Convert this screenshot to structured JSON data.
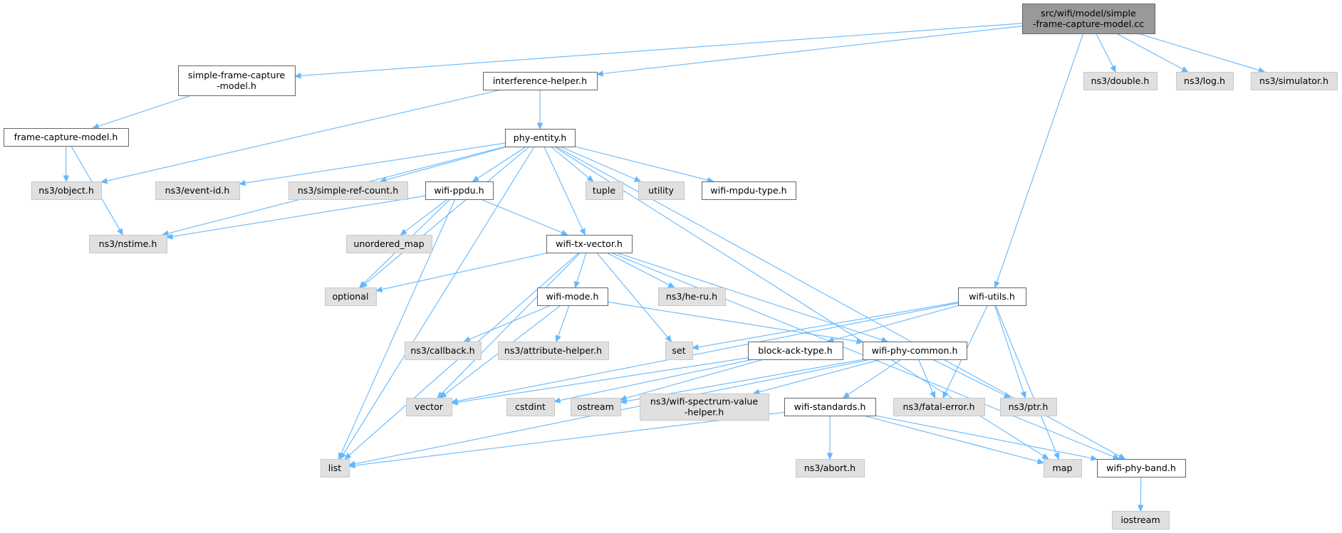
{
  "colors": {
    "root_fill": "#999999",
    "root_stroke": "#666666",
    "project_fill": "#ffffff",
    "project_stroke": "#666666",
    "external_fill": "#e0e0e0",
    "external_stroke": "#c8c8c8",
    "edge": "#63b8ff"
  },
  "nodes": [
    {
      "id": "root",
      "kind": "root",
      "label": [
        "src/wifi/model/simple",
        "-frame-capture-model.cc"
      ]
    },
    {
      "id": "sfcm",
      "kind": "project",
      "label": [
        "simple-frame-capture",
        "-model.h"
      ]
    },
    {
      "id": "interf",
      "kind": "project",
      "label": [
        "interference-helper.h"
      ]
    },
    {
      "id": "double",
      "kind": "external",
      "label": [
        "ns3/double.h"
      ]
    },
    {
      "id": "log",
      "kind": "external",
      "label": [
        "ns3/log.h"
      ]
    },
    {
      "id": "sim",
      "kind": "external",
      "label": [
        "ns3/simulator.h"
      ]
    },
    {
      "id": "fcm",
      "kind": "project",
      "label": [
        "frame-capture-model.h"
      ]
    },
    {
      "id": "phy",
      "kind": "project",
      "label": [
        "phy-entity.h"
      ]
    },
    {
      "id": "object",
      "kind": "external",
      "label": [
        "ns3/object.h"
      ]
    },
    {
      "id": "eventid",
      "kind": "external",
      "label": [
        "ns3/event-id.h"
      ]
    },
    {
      "id": "srefc",
      "kind": "external",
      "label": [
        "ns3/simple-ref-count.h"
      ]
    },
    {
      "id": "ppdu",
      "kind": "project",
      "label": [
        "wifi-ppdu.h"
      ]
    },
    {
      "id": "tuple",
      "kind": "external",
      "label": [
        "tuple"
      ]
    },
    {
      "id": "utility",
      "kind": "external",
      "label": [
        "utility"
      ]
    },
    {
      "id": "mpdut",
      "kind": "project",
      "label": [
        "wifi-mpdu-type.h"
      ]
    },
    {
      "id": "nstime",
      "kind": "external",
      "label": [
        "ns3/nstime.h"
      ]
    },
    {
      "id": "umap",
      "kind": "external",
      "label": [
        "unordered_map"
      ]
    },
    {
      "id": "txv",
      "kind": "project",
      "label": [
        "wifi-tx-vector.h"
      ]
    },
    {
      "id": "optional",
      "kind": "external",
      "label": [
        "optional"
      ]
    },
    {
      "id": "mode",
      "kind": "project",
      "label": [
        "wifi-mode.h"
      ]
    },
    {
      "id": "heru",
      "kind": "external",
      "label": [
        "ns3/he-ru.h"
      ]
    },
    {
      "id": "utils",
      "kind": "project",
      "label": [
        "wifi-utils.h"
      ]
    },
    {
      "id": "callback",
      "kind": "external",
      "label": [
        "ns3/callback.h"
      ]
    },
    {
      "id": "attr",
      "kind": "external",
      "label": [
        "ns3/attribute-helper.h"
      ]
    },
    {
      "id": "set",
      "kind": "external",
      "label": [
        "set"
      ]
    },
    {
      "id": "bat",
      "kind": "project",
      "label": [
        "block-ack-type.h"
      ]
    },
    {
      "id": "common",
      "kind": "project",
      "label": [
        "wifi-phy-common.h"
      ]
    },
    {
      "id": "vector",
      "kind": "external",
      "label": [
        "vector"
      ]
    },
    {
      "id": "cstdint",
      "kind": "external",
      "label": [
        "cstdint"
      ]
    },
    {
      "id": "ostream",
      "kind": "external",
      "label": [
        "ostream"
      ]
    },
    {
      "id": "spec",
      "kind": "external",
      "label": [
        "ns3/wifi-spectrum-value",
        "-helper.h"
      ]
    },
    {
      "id": "std",
      "kind": "project",
      "label": [
        "wifi-standards.h"
      ]
    },
    {
      "id": "fatal",
      "kind": "external",
      "label": [
        "ns3/fatal-error.h"
      ]
    },
    {
      "id": "ptr",
      "kind": "external",
      "label": [
        "ns3/ptr.h"
      ]
    },
    {
      "id": "list",
      "kind": "external",
      "label": [
        "list"
      ]
    },
    {
      "id": "abort",
      "kind": "external",
      "label": [
        "ns3/abort.h"
      ]
    },
    {
      "id": "map",
      "kind": "external",
      "label": [
        "map"
      ]
    },
    {
      "id": "band",
      "kind": "project",
      "label": [
        "wifi-phy-band.h"
      ]
    },
    {
      "id": "iostream",
      "kind": "external",
      "label": [
        "iostream"
      ]
    }
  ],
  "edges": [
    [
      "root",
      "sfcm"
    ],
    [
      "root",
      "interf"
    ],
    [
      "root",
      "utils"
    ],
    [
      "root",
      "double"
    ],
    [
      "root",
      "log"
    ],
    [
      "root",
      "sim"
    ],
    [
      "sfcm",
      "fcm"
    ],
    [
      "fcm",
      "object"
    ],
    [
      "fcm",
      "nstime"
    ],
    [
      "interf",
      "object"
    ],
    [
      "interf",
      "phy"
    ],
    [
      "phy",
      "eventid"
    ],
    [
      "phy",
      "srefc"
    ],
    [
      "phy",
      "ppdu"
    ],
    [
      "phy",
      "tuple"
    ],
    [
      "phy",
      "utility"
    ],
    [
      "phy",
      "mpdut"
    ],
    [
      "phy",
      "nstime"
    ],
    [
      "phy",
      "list"
    ],
    [
      "phy",
      "optional"
    ],
    [
      "phy",
      "txv"
    ],
    [
      "phy",
      "map"
    ],
    [
      "phy",
      "band"
    ],
    [
      "ppdu",
      "nstime"
    ],
    [
      "ppdu",
      "umap"
    ],
    [
      "ppdu",
      "optional"
    ],
    [
      "ppdu",
      "list"
    ],
    [
      "ppdu",
      "txv"
    ],
    [
      "txv",
      "optional"
    ],
    [
      "txv",
      "mode"
    ],
    [
      "txv",
      "heru"
    ],
    [
      "txv",
      "set"
    ],
    [
      "txv",
      "vector"
    ],
    [
      "txv",
      "list"
    ],
    [
      "txv",
      "common"
    ],
    [
      "txv",
      "band"
    ],
    [
      "mode",
      "callback"
    ],
    [
      "mode",
      "attr"
    ],
    [
      "mode",
      "vector"
    ],
    [
      "mode",
      "common"
    ],
    [
      "utils",
      "set"
    ],
    [
      "utils",
      "bat"
    ],
    [
      "utils",
      "vector"
    ],
    [
      "utils",
      "fatal"
    ],
    [
      "utils",
      "ptr"
    ],
    [
      "utils",
      "map"
    ],
    [
      "bat",
      "vector"
    ],
    [
      "bat",
      "cstdint"
    ],
    [
      "bat",
      "ostream"
    ],
    [
      "common",
      "ostream"
    ],
    [
      "common",
      "spec"
    ],
    [
      "common",
      "std"
    ],
    [
      "common",
      "fatal"
    ],
    [
      "common",
      "ptr"
    ],
    [
      "common",
      "list"
    ],
    [
      "std",
      "list"
    ],
    [
      "std",
      "abort"
    ],
    [
      "std",
      "map"
    ],
    [
      "std",
      "band"
    ],
    [
      "band",
      "iostream"
    ]
  ]
}
